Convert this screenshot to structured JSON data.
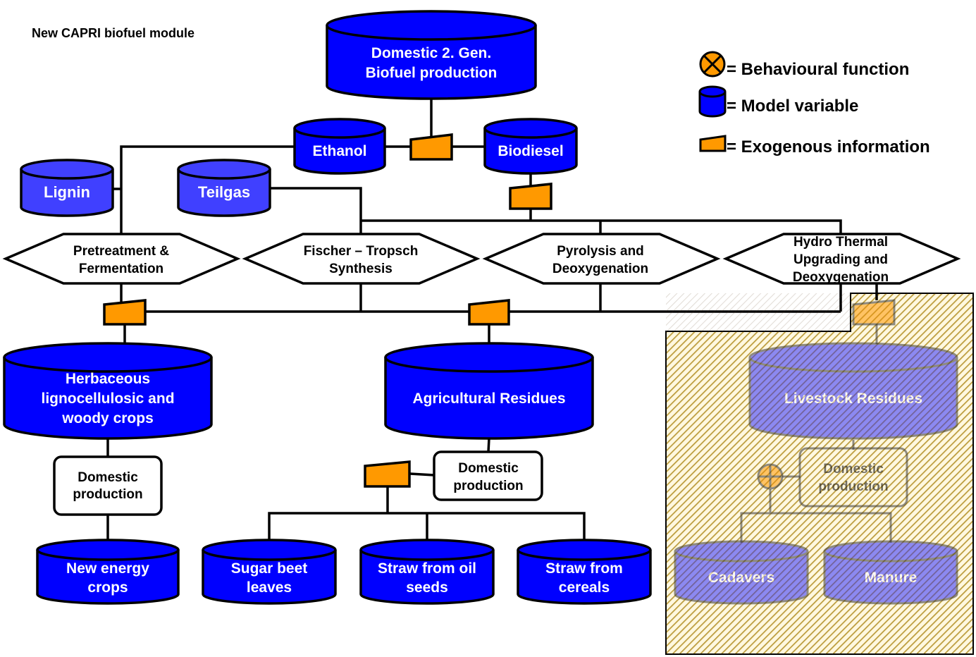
{
  "title": "New CAPRI biofuel module",
  "colors": {
    "model_variable_dark": "#0000ff",
    "model_variable_light": "#4040ff",
    "exogenous": "#ff9900",
    "behavioural": "#ff9900",
    "hatch": "#c8a840"
  },
  "legend": {
    "behavioural": "= Behavioural function",
    "model_variable": "= Model variable",
    "exogenous": "= Exogenous information"
  },
  "nodes": {
    "domestic_2gen": [
      "Domestic 2. Gen.",
      "Biofuel production"
    ],
    "ethanol": "Ethanol",
    "biodiesel": "Biodiesel",
    "lignin": "Lignin",
    "teilgas": "Teilgas",
    "proc_pretreatment": [
      "Pretreatment &",
      "Fermentation"
    ],
    "proc_fischer": [
      "Fischer – Tropsch",
      "Synthesis"
    ],
    "proc_pyrolysis": [
      "Pyrolysis and",
      "Deoxygenation"
    ],
    "proc_hydro": [
      "Hydro Thermal",
      "Upgrading and",
      "Deoxygenation"
    ],
    "herbaceous": [
      "Herbaceous",
      "lignocellulosic and",
      "woody crops"
    ],
    "agri_residues": "Agricultural Residues",
    "livestock_residues": "Livestock Residues",
    "domestic_prod_1": [
      "Domestic",
      "production"
    ],
    "domestic_prod_2": [
      "Domestic",
      "production"
    ],
    "domestic_prod_3": [
      "Domestic",
      "production"
    ],
    "new_energy_crops": [
      "New energy",
      "crops"
    ],
    "sugar_beet": [
      "Sugar beet",
      "leaves"
    ],
    "straw_oil": [
      "Straw from oil",
      "seeds"
    ],
    "straw_cereals": [
      "Straw from",
      "cereals"
    ],
    "cadavers": "Cadavers",
    "manure": "Manure"
  }
}
